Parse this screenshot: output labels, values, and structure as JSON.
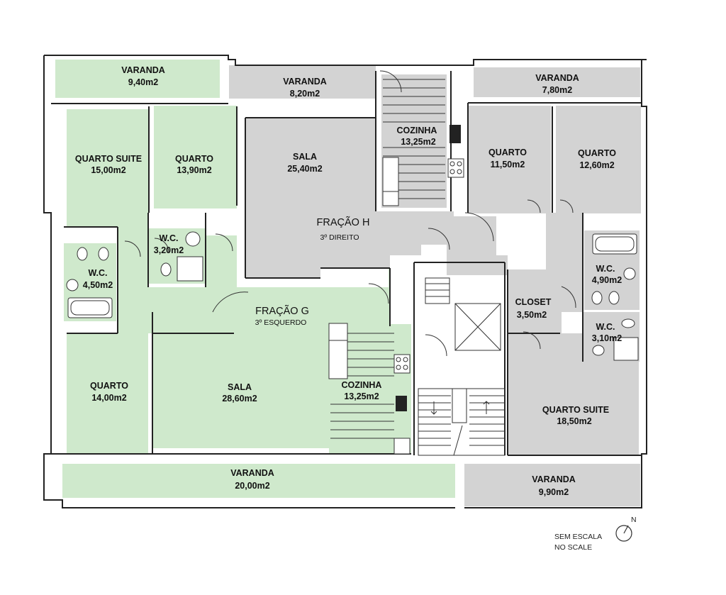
{
  "colors": {
    "fracao_g": "#cfe9cc",
    "fracao_h": "#d3d3d3",
    "common": "#ffffff",
    "wall": "#222222"
  },
  "fracao_g": {
    "title": "FRAÇÃO G",
    "subtitle": "3º ESQUERDO",
    "rooms": {
      "varanda_top": {
        "name": "VARANDA",
        "area": "9,40m2"
      },
      "quarto_suite": {
        "name": "QUARTO SUITE",
        "area": "15,00m2"
      },
      "quarto_13": {
        "name": "QUARTO",
        "area": "13,90m2"
      },
      "wc_320": {
        "name": "W.C.",
        "area": "3,20m2"
      },
      "wc_450": {
        "name": "W.C.",
        "area": "4,50m2"
      },
      "quarto_14": {
        "name": "QUARTO",
        "area": "14,00m2"
      },
      "sala": {
        "name": "SALA",
        "area": "28,60m2"
      },
      "cozinha": {
        "name": "COZINHA",
        "area": "13,25m2"
      },
      "varanda_bottom": {
        "name": "VARANDA",
        "area": "20,00m2"
      }
    }
  },
  "fracao_h": {
    "title": "FRAÇÃO H",
    "subtitle": "3º DIREITO",
    "rooms": {
      "varanda_820": {
        "name": "VARANDA",
        "area": "8,20m2"
      },
      "sala": {
        "name": "SALA",
        "area": "25,40m2"
      },
      "cozinha": {
        "name": "COZINHA",
        "area": "13,25m2"
      },
      "varanda_780": {
        "name": "VARANDA",
        "area": "7,80m2"
      },
      "quarto_1150": {
        "name": "QUARTO",
        "area": "11,50m2"
      },
      "quarto_1260": {
        "name": "QUARTO",
        "area": "12,60m2"
      },
      "wc_490": {
        "name": "W.C.",
        "area": "4,90m2"
      },
      "closet": {
        "name": "CLOSET",
        "area": "3,50m2"
      },
      "wc_310": {
        "name": "W.C.",
        "area": "3,10m2"
      },
      "quarto_suite": {
        "name": "QUARTO SUITE",
        "area": "18,50m2"
      },
      "varanda_990": {
        "name": "VARANDA",
        "area": "9,90m2"
      }
    }
  },
  "notes": {
    "scale_pt": "SEM ESCALA",
    "scale_en": "NO SCALE",
    "north": "N"
  }
}
